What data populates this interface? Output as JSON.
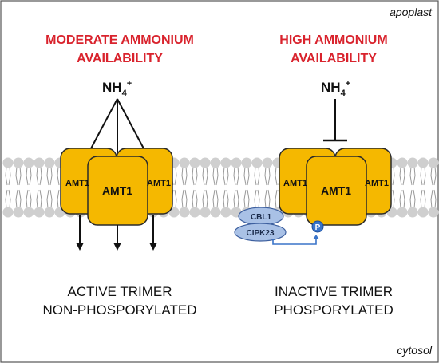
{
  "regions": {
    "apoplast": "apoplast",
    "cytosol": "cytosol"
  },
  "left": {
    "heading_line1": "MODERATE AMMONIUM",
    "heading_line2": "AVAILABILITY",
    "ion": "NH",
    "ion_sub": "4",
    "ion_sup": "+",
    "subunit_left": "AMT1",
    "subunit_center": "AMT1",
    "subunit_right": "AMT1",
    "caption_line1": "ACTIVE TRIMER",
    "caption_line2": "NON-PHOSPORYLATED"
  },
  "right": {
    "heading_line1": "HIGH AMMONIUM",
    "heading_line2": "AVAILABILITY",
    "ion": "NH",
    "ion_sub": "4",
    "ion_sup": "+",
    "subunit_left": "AMT1",
    "subunit_center": "AMT1",
    "subunit_right": "AMT1",
    "kinase_top": "CBL1",
    "kinase_bottom": "CIPK23",
    "phospho": "P",
    "caption_line1": "INACTIVE TRIMER",
    "caption_line2": "PHOSPORYLATED"
  },
  "colors": {
    "heading": "#d9232d",
    "transporter": "#f5b800",
    "transporter_stroke": "#2a2a2a",
    "membrane_head": "#cfcfcf",
    "kinase_fill": "#a9c1e6",
    "kinase_stroke": "#3d5f9e",
    "phospho_fill": "#3a74c9"
  }
}
